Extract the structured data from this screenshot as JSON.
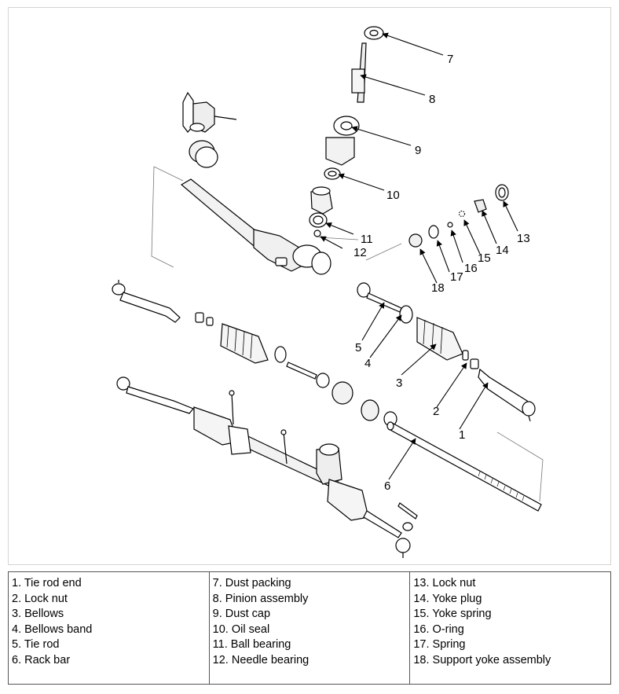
{
  "callouts": [
    "1",
    "2",
    "3",
    "4",
    "5",
    "6",
    "7",
    "8",
    "9",
    "10",
    "11",
    "12",
    "13",
    "14",
    "15",
    "16",
    "17",
    "18"
  ],
  "legend": {
    "col1": [
      "1. Tie rod end",
      "2. Lock nut",
      "3. Bellows",
      "4. Bellows band",
      "5. Tie rod",
      "6. Rack bar"
    ],
    "col2": [
      "7. Dust packing",
      "8. Pinion assembly",
      "9. Dust cap",
      "10. Oil seal",
      "11. Ball bearing",
      "12. Needle bearing"
    ],
    "col3": [
      "13. Lock nut",
      "14. Yoke plug",
      "15. Yoke spring",
      "16. O-ring",
      "17. Spring",
      "18. Support yoke assembly"
    ]
  }
}
